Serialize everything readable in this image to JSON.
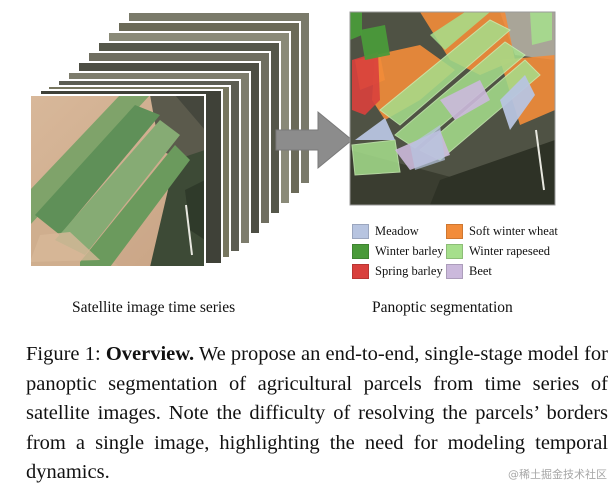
{
  "subcaptions": {
    "left": "Satellite image time series",
    "right": "Panoptic segmentation"
  },
  "legend": [
    {
      "label": "Meadow",
      "color": "#b7c4e0"
    },
    {
      "label": "Soft winter wheat",
      "color": "#f28c3a"
    },
    {
      "label": "Winter barley",
      "color": "#4a9a3a"
    },
    {
      "label": "Winter rapeseed",
      "color": "#a6df8c"
    },
    {
      "label": "Spring barley",
      "color": "#d9403d"
    },
    {
      "label": "Beet",
      "color": "#cbb9dc"
    }
  ],
  "caption": {
    "label": "Figure 1:",
    "title": "Overview.",
    "body": "We propose an end-to-end, single-stage model for panoptic segmentation of agricultural parcels from time series of satellite images. Note the difficulty of resolving the parcels’ borders from a single image, highlighting the need for modeling temporal dynamics."
  },
  "watermark": "@稀土掘金技术社区"
}
